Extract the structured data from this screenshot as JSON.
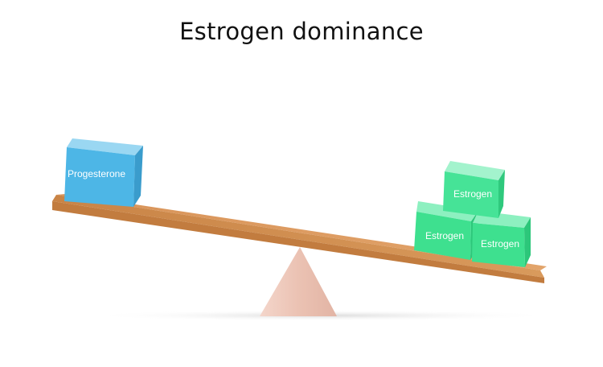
{
  "title": "Estrogen dominance",
  "blocks": {
    "left": {
      "label": "Progesterone"
    },
    "right_top": {
      "label": "Estrogen"
    },
    "right_bottom_left": {
      "label": "Estrogen"
    },
    "right_bottom_right": {
      "label": "Estrogen"
    }
  },
  "colors": {
    "progesterone_block": "#4db6e6",
    "estrogen_block": "#3ee08f",
    "plank": "#d9935a",
    "fulcrum": "#efc9bc"
  }
}
